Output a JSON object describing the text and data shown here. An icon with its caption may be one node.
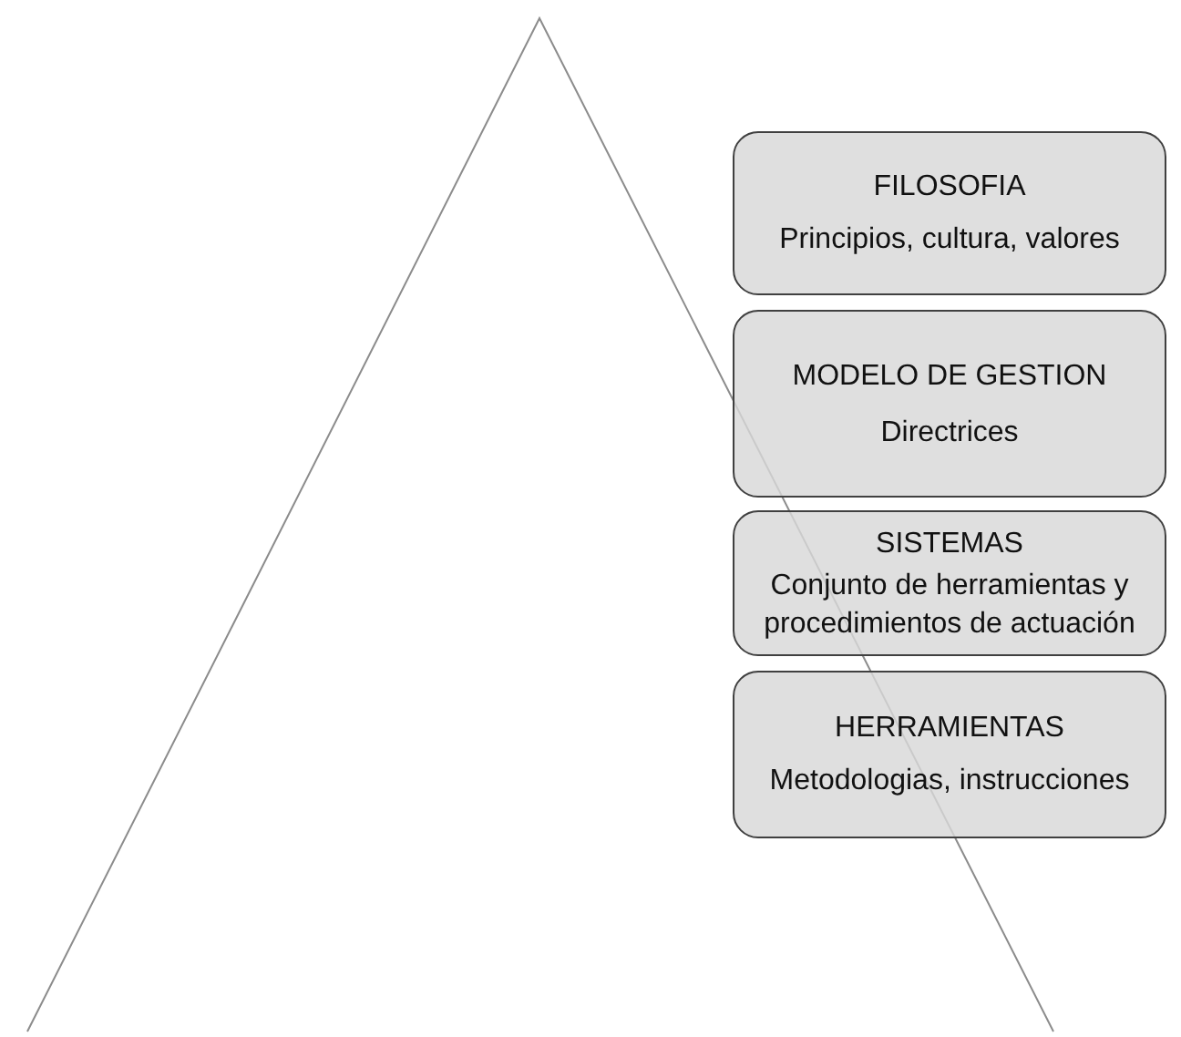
{
  "diagram": {
    "nodes": [
      {
        "text": [
          "FILOSOFIA",
          "Principios, cultura, valores"
        ]
      },
      {
        "text": [
          "MODELO DE GESTION",
          "Directrices"
        ]
      },
      {
        "text": [
          "SISTEMAS",
          "Conjunto de herramientas y procedimientos de actuación"
        ]
      },
      {
        "text": [
          "HERRAMIENTAS",
          "Metodologias, instrucciones"
        ]
      }
    ]
  }
}
